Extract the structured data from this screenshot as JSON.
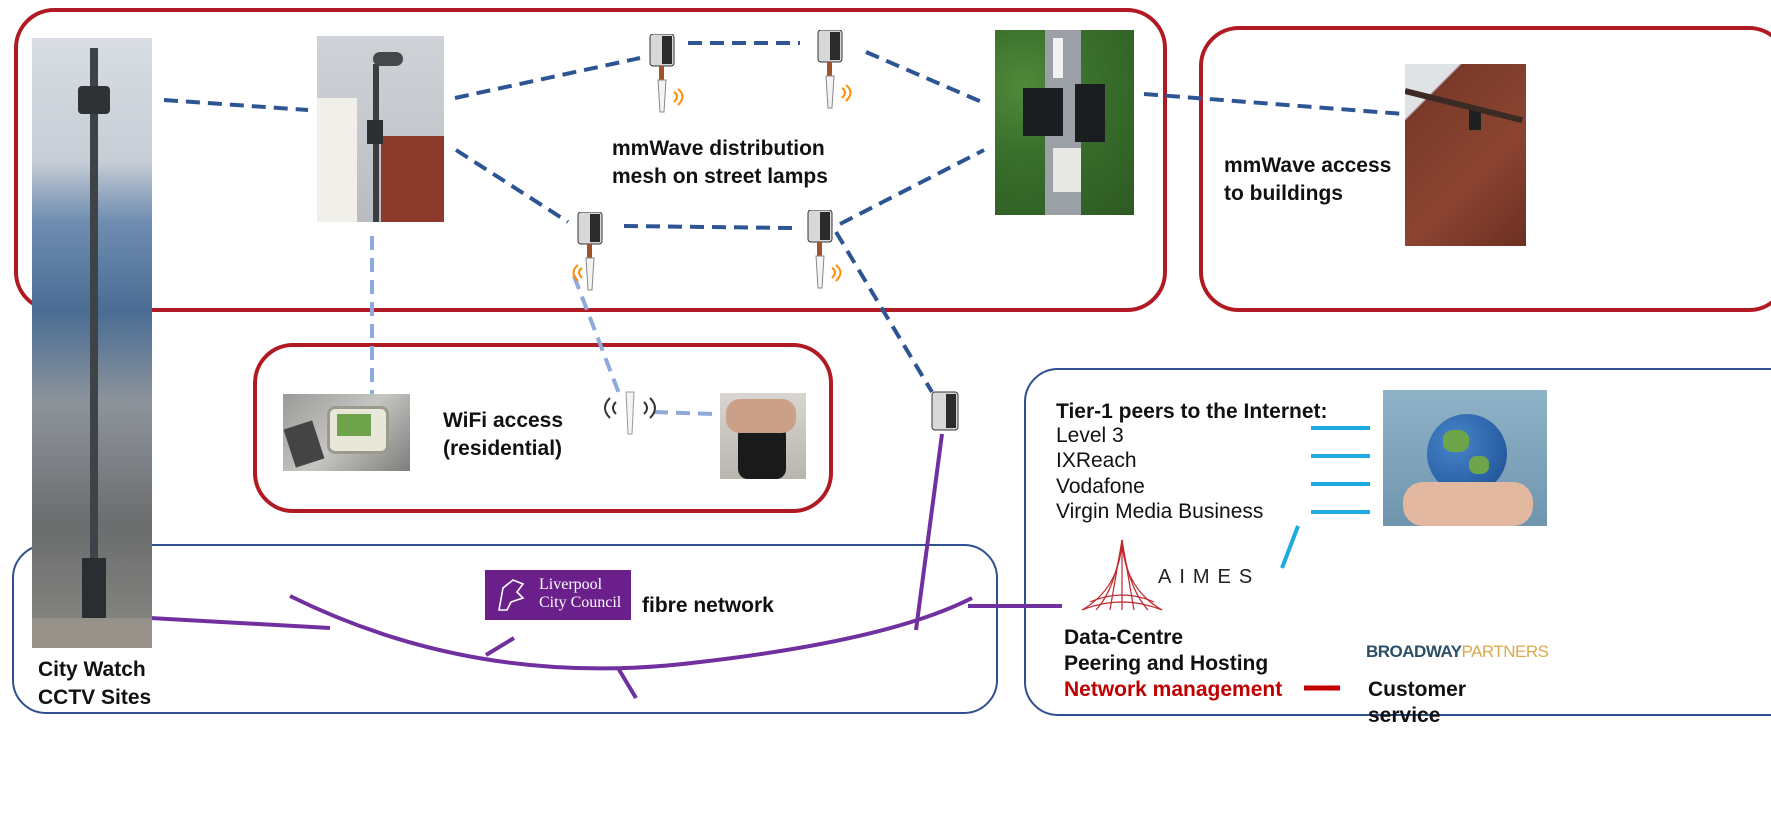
{
  "mesh": {
    "label_line1": "mmWave distribution",
    "label_line2": "mesh on street lamps"
  },
  "buildings": {
    "label_line1": "mmWave access",
    "label_line2": "to buildings"
  },
  "wifi": {
    "label_line1": "WiFi access",
    "label_line2": "(residential)"
  },
  "cctv": {
    "label_line1": "City Watch",
    "label_line2": "CCTV Sites"
  },
  "fibre": {
    "label": "fibre network",
    "council_logo_line1": "Liverpool",
    "council_logo_line2": "City Council"
  },
  "peers": {
    "heading": "Tier-1 peers to the Internet:",
    "items": [
      "Level 3",
      "IXReach",
      "Vodafone",
      "Virgin Media Business"
    ]
  },
  "datacentre": {
    "logo_text": "AIMES",
    "line1": "Data-Centre",
    "line2": "Peering and Hosting",
    "line3": "Network management"
  },
  "partner": {
    "logo_part1": "BROADWAY",
    "logo_part2": "PARTNERS",
    "line1": "Customer",
    "line2": "service"
  },
  "colors": {
    "region_red": "#b01a22",
    "region_blue": "#2f4f8f",
    "mesh_link": "#2e5593",
    "wifi_link": "#8eaadb",
    "fibre": "#7030a0",
    "peer_link": "#1eaadf",
    "network_mgmt": "#c00000"
  }
}
